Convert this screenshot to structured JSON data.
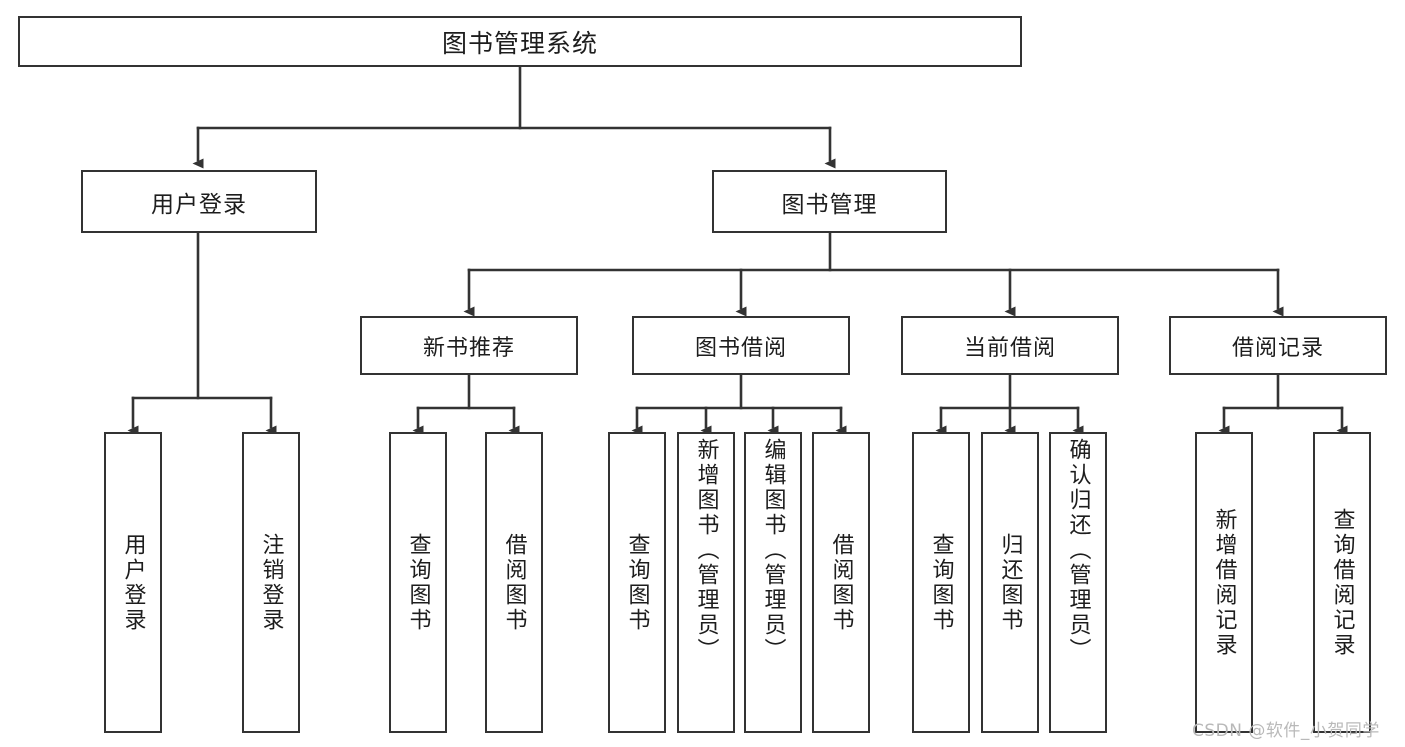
{
  "diagram": {
    "title": "图书管理系统",
    "type": "hierarchy-tree",
    "root": {
      "label": "图书管理系统"
    },
    "level2": [
      {
        "label": "用户登录"
      },
      {
        "label": "图书管理"
      }
    ],
    "level3": [
      {
        "label": "新书推荐"
      },
      {
        "label": "图书借阅"
      },
      {
        "label": "当前借阅"
      },
      {
        "label": "借阅记录"
      }
    ],
    "leaves": {
      "user_login": [
        {
          "label": "用户登录"
        },
        {
          "label": "注销登录"
        }
      ],
      "new_book_recommend": [
        {
          "label": "查询图书"
        },
        {
          "label": "借阅图书"
        }
      ],
      "book_borrow": [
        {
          "label": "查询图书"
        },
        {
          "label": "新增图书（管理员）"
        },
        {
          "label": "编辑图书（管理员）"
        },
        {
          "label": "借阅图书"
        }
      ],
      "current_borrow": [
        {
          "label": "查询图书"
        },
        {
          "label": "归还图书"
        },
        {
          "label": "确认归还（管理员）"
        }
      ],
      "borrow_record": [
        {
          "label": "新增借阅记录"
        },
        {
          "label": "查询借阅记录"
        }
      ]
    }
  },
  "watermark": {
    "text": "CSDN @软件_小贺同学"
  },
  "colors": {
    "stroke": "#333333",
    "box_fill": "#ffffff",
    "text": "#1d1d1d",
    "watermark": "#b9b9b9"
  }
}
